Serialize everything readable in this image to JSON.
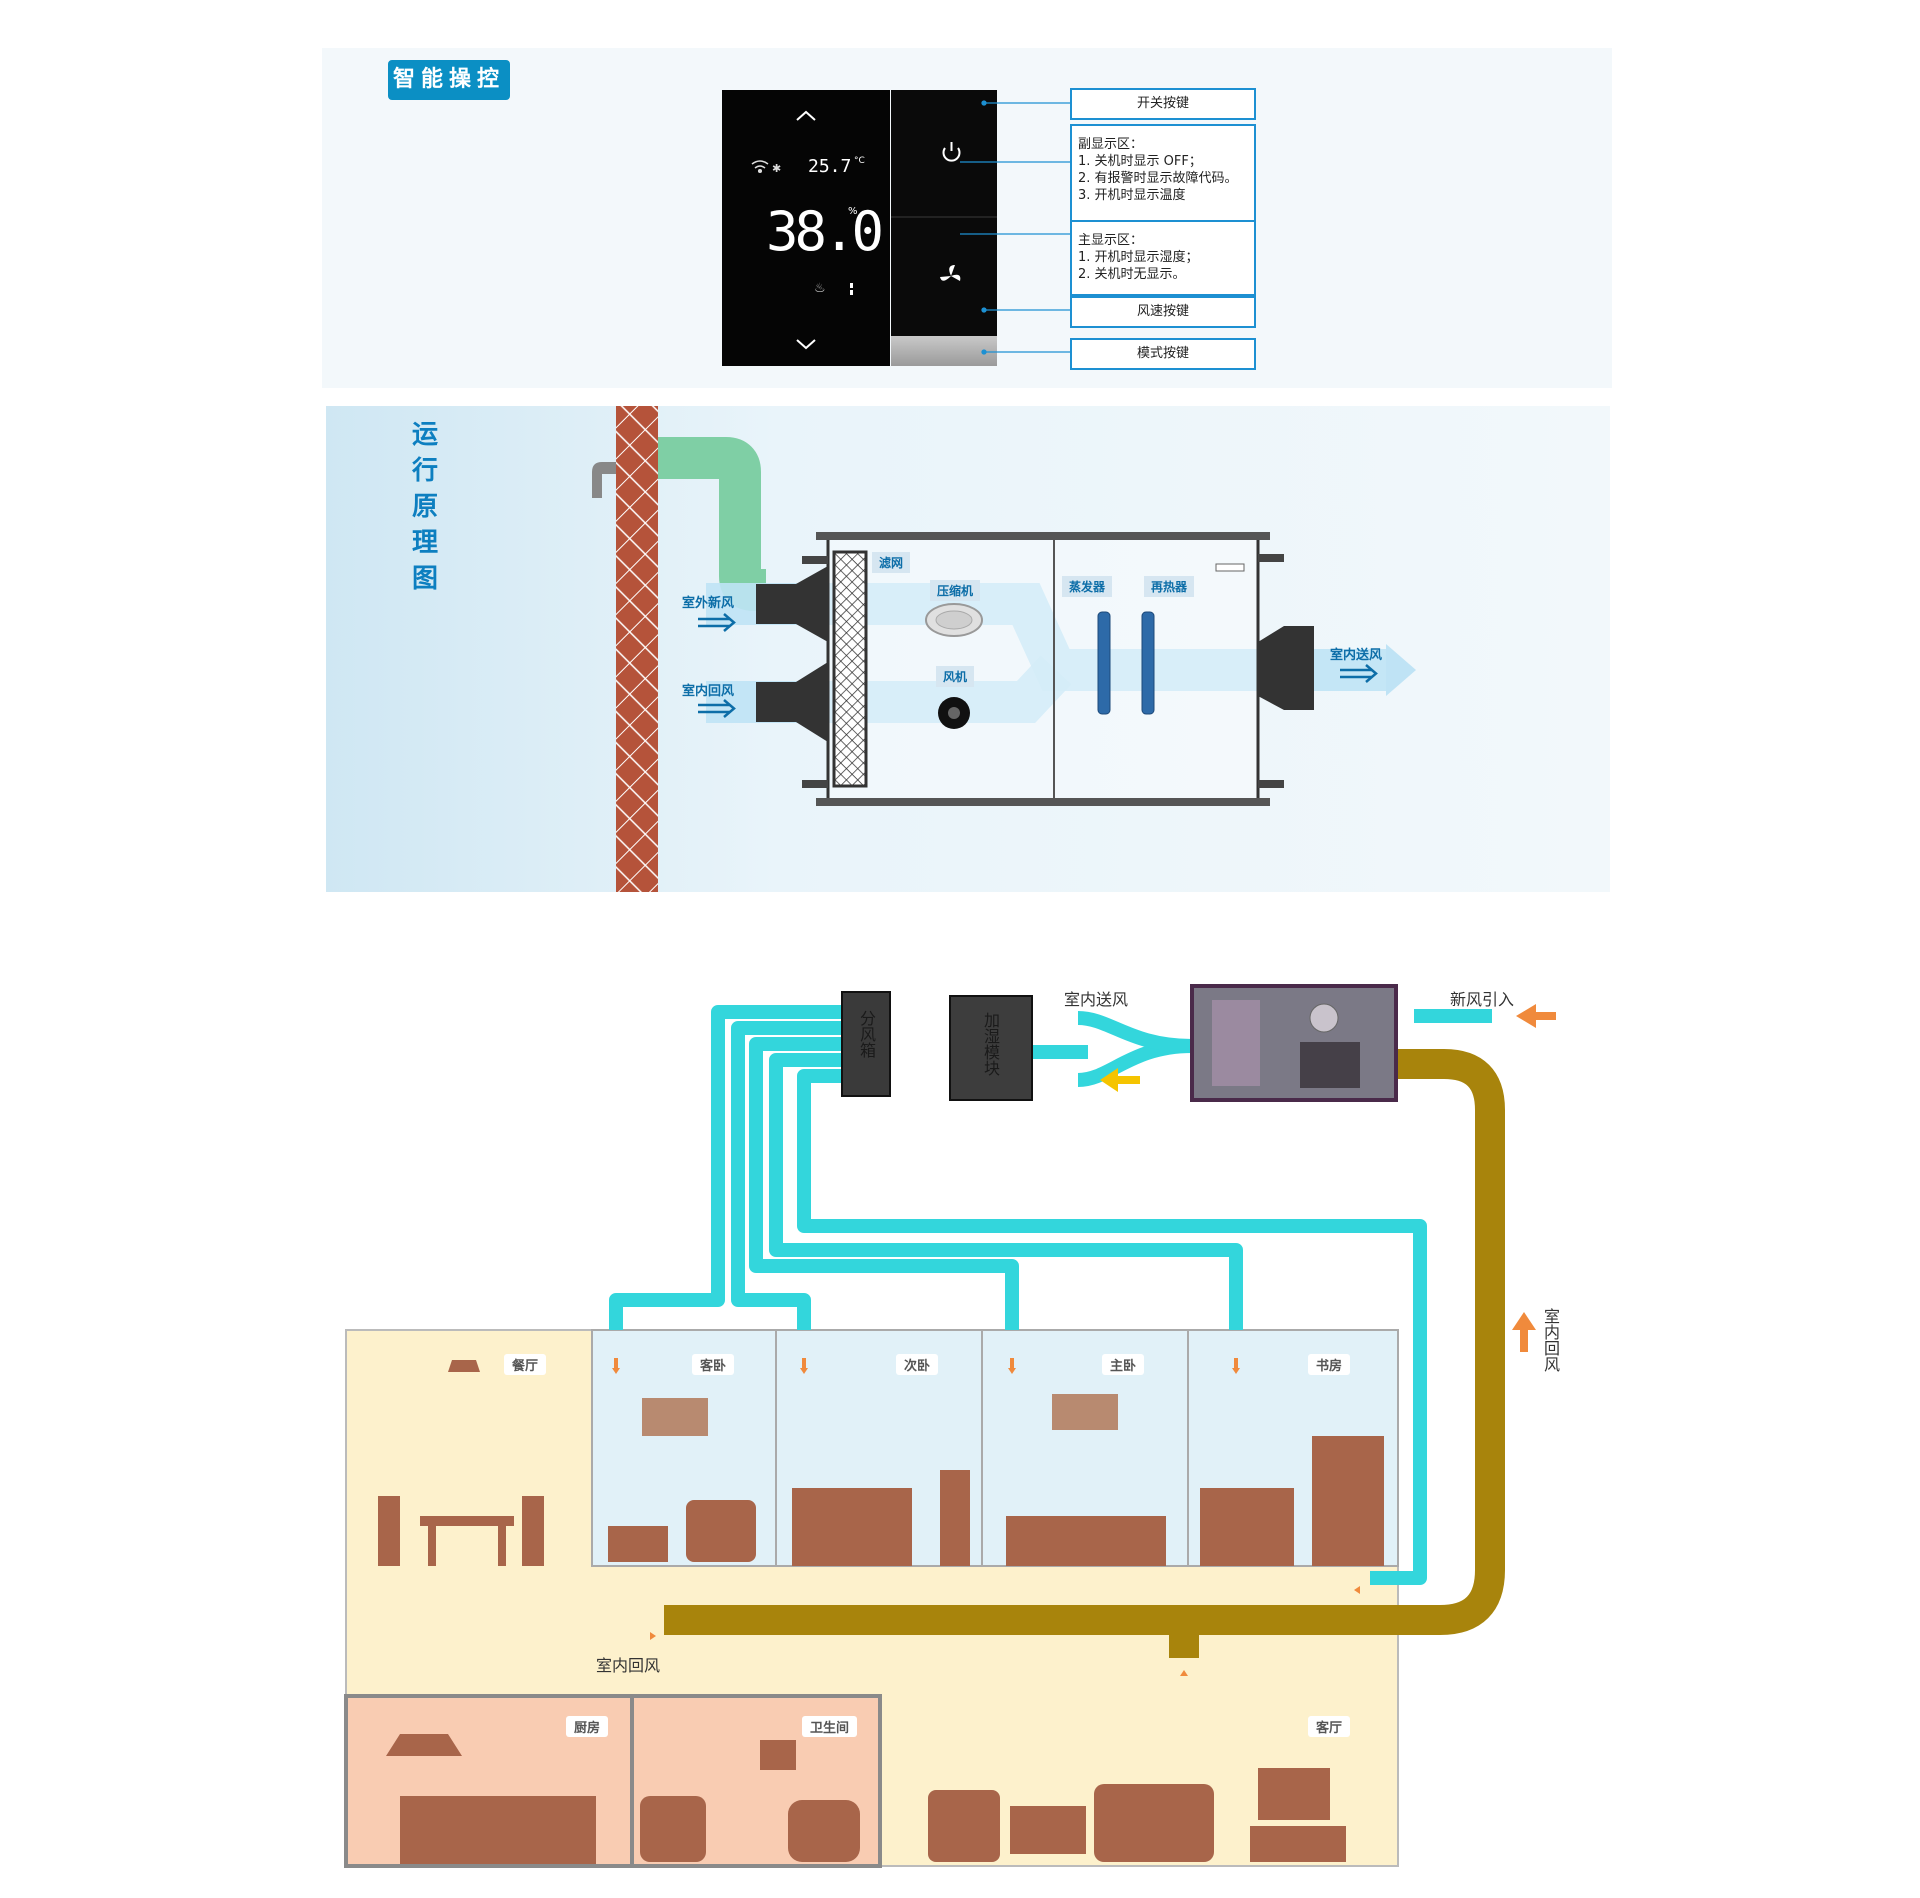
{
  "control": {
    "badge": "智能操控",
    "display": {
      "sub_value": "25.7",
      "sub_unit": "°C",
      "main_value": "38.0",
      "main_unit": "%"
    },
    "callouts": {
      "power_key": "开关按键",
      "sub_display_title": "副显示区：",
      "sub_display_lines": [
        "1. 关机时显示 OFF；",
        "2. 有报警时显示故障代码。",
        "3. 开机时显示温度"
      ],
      "main_display_title": "主显示区：",
      "main_display_lines": [
        "1. 开机时显示湿度；",
        "2. 关机时无显示。"
      ],
      "fan_key": "风速按键",
      "mode_key": "模式按键"
    }
  },
  "principle": {
    "title": "运行原理图",
    "outdoor_fresh_air": "室外新风",
    "indoor_return_air": "室内回风",
    "filter": "滤网",
    "compressor": "压缩机",
    "fan": "风机",
    "evaporator": "蒸发器",
    "reheater": "再热器",
    "indoor_supply_air": "室内送风"
  },
  "house": {
    "splitter_box": "分风箱",
    "humidifier_module": "加湿模块",
    "indoor_supply_air": "室内送风",
    "fresh_air_intake": "新风引入",
    "indoor_return_air_vertical": "室内回风",
    "indoor_return_air": "室内回风",
    "rooms": {
      "dining": "餐厅",
      "guest_bedroom": "客卧",
      "second_bedroom": "次卧",
      "master_bedroom": "主卧",
      "study": "书房",
      "kitchen": "厨房",
      "bathroom": "卫生间",
      "living": "客厅"
    }
  },
  "colors": {
    "badge_blue": "#0b8fc4",
    "callout_border": "#1d90d2",
    "fresh_air_green": "#7fcfa5",
    "airflow_blue": "#bfe3f5",
    "supply_duct_cyan": "#33d6dc",
    "return_duct_gold": "#a8840c",
    "brick": "#b5533a",
    "furniture_brown": "#a8654a",
    "floor_cream": "#fdf1cc",
    "room_lightblue": "#e1f1f8",
    "wet_room_peach": "#f9ccb2"
  }
}
